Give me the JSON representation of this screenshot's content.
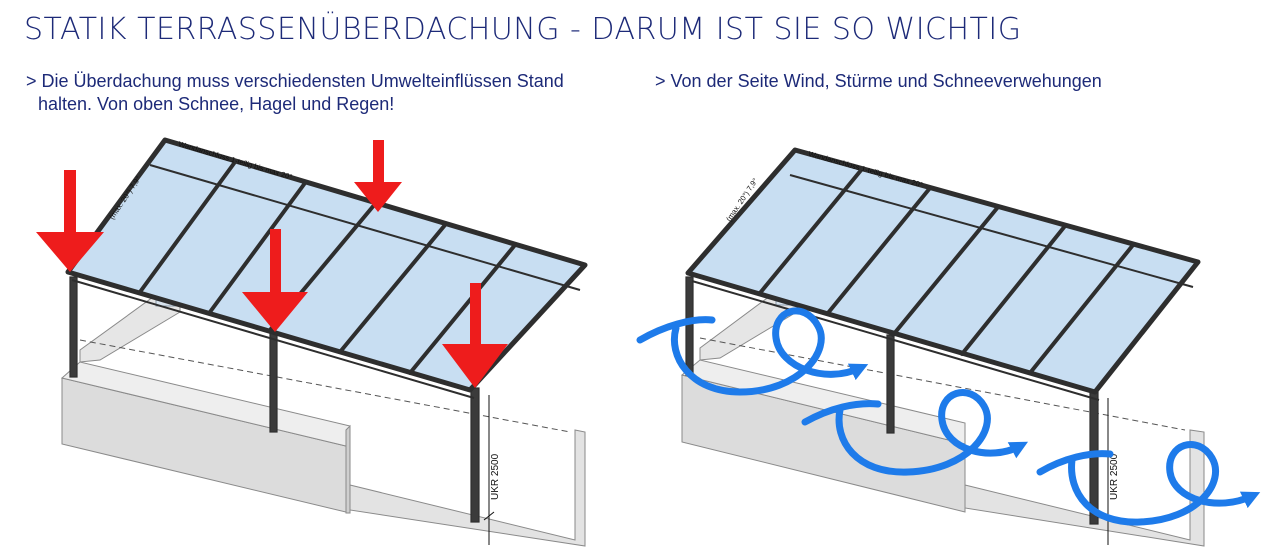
{
  "title": "STATIK TERRASSENÜBERDACHUNG - DARUM IST SIE SO WICHTIG",
  "left_caption": {
    "line1": "> Die Überdachung muss verschiedensten Umwelteinflüssen Stand",
    "line2": "halten. Von oben Schnee, Hagel und Regen!"
  },
  "right_caption": {
    "line1": "> Von der Seite Wind, Stürme und Schneeverwehungen"
  },
  "drawing_labels": {
    "wall_connection": "Wandanschluss 1-teilig bis max 20°",
    "slope": "(max. 20°) 7,9°",
    "height_left": "UKR 2500",
    "height_right": "UKR 2500"
  },
  "icons": {
    "load_arrow": "down-arrow-icon",
    "wind_swirl": "wind-swirl-icon"
  },
  "colors": {
    "title": "#1d2a78",
    "glass": "#c8def2",
    "frame": "#2e2e2e",
    "arrow": "#ee1c1c",
    "wind": "#1e7bea",
    "wall": "#dadada"
  }
}
